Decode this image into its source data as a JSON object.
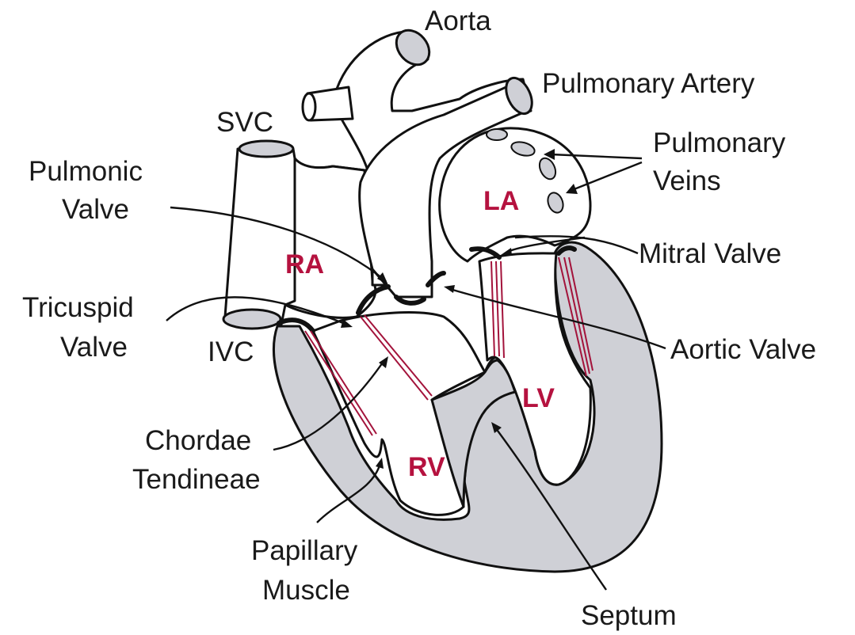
{
  "labels": {
    "aorta": "Aorta",
    "pulmonary_artery": "Pulmonary Artery",
    "svc": "SVC",
    "pulmonary_veins_1": "Pulmonary",
    "pulmonary_veins_2": "Veins",
    "pulmonic_valve_1": "Pulmonic",
    "pulmonic_valve_2": "Valve",
    "mitral_valve": "Mitral Valve",
    "tricuspid_valve_1": "Tricuspid",
    "tricuspid_valve_2": "Valve",
    "ivc": "IVC",
    "aortic_valve": "Aortic Valve",
    "chordae_1": "Chordae",
    "chordae_2": "Tendineae",
    "papillary_1": "Papillary",
    "papillary_2": "Muscle",
    "septum": "Septum"
  },
  "chambers": {
    "ra": "RA",
    "la": "LA",
    "rv": "RV",
    "lv": "LV"
  },
  "colors": {
    "chamber_label": "#b5123f",
    "muscle_wall": "#cfd0d6",
    "chordae": "#a3133b",
    "outline": "#111111"
  }
}
